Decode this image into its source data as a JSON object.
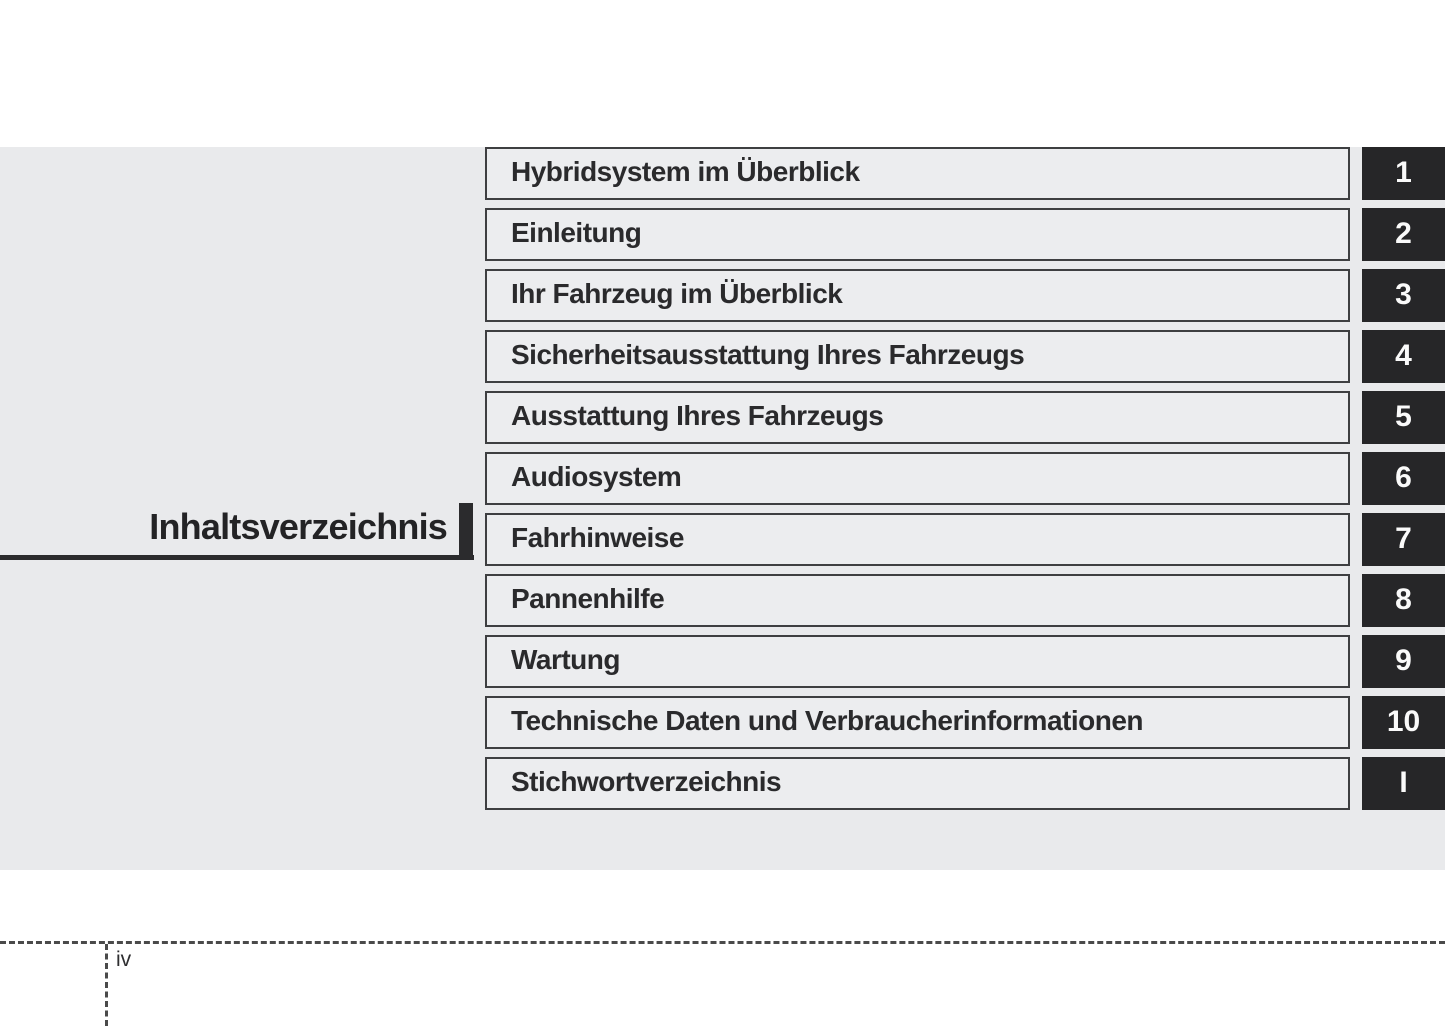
{
  "title": {
    "text": "Inhaltsverzeichnis"
  },
  "toc": {
    "items": [
      {
        "label": "Hybridsystem im Überblick",
        "tab": "1"
      },
      {
        "label": "Einleitung",
        "tab": "2"
      },
      {
        "label": "Ihr Fahrzeug im Überblick",
        "tab": "3"
      },
      {
        "label": "Sicherheitsausstattung Ihres Fahrzeugs",
        "tab": "4"
      },
      {
        "label": "Ausstattung Ihres Fahrzeugs",
        "tab": "5"
      },
      {
        "label": "Audiosystem",
        "tab": "6"
      },
      {
        "label": "Fahrhinweise",
        "tab": "7"
      },
      {
        "label": "Pannenhilfe",
        "tab": "8"
      },
      {
        "label": "Wartung",
        "tab": "9"
      },
      {
        "label": "Technische Daten und Verbraucherinformationen",
        "tab": "10"
      },
      {
        "label": "Stichwortverzeichnis",
        "tab": "I"
      }
    ]
  },
  "footer": {
    "page_number": "iv"
  },
  "colors": {
    "band_background": "#e9eaec",
    "row_fill": "#ecedef",
    "row_border": "#3e3f41",
    "tab_background": "#262628",
    "tab_text": "#fafafa",
    "text": "#2a2a2c",
    "page_background": "#ffffff"
  }
}
